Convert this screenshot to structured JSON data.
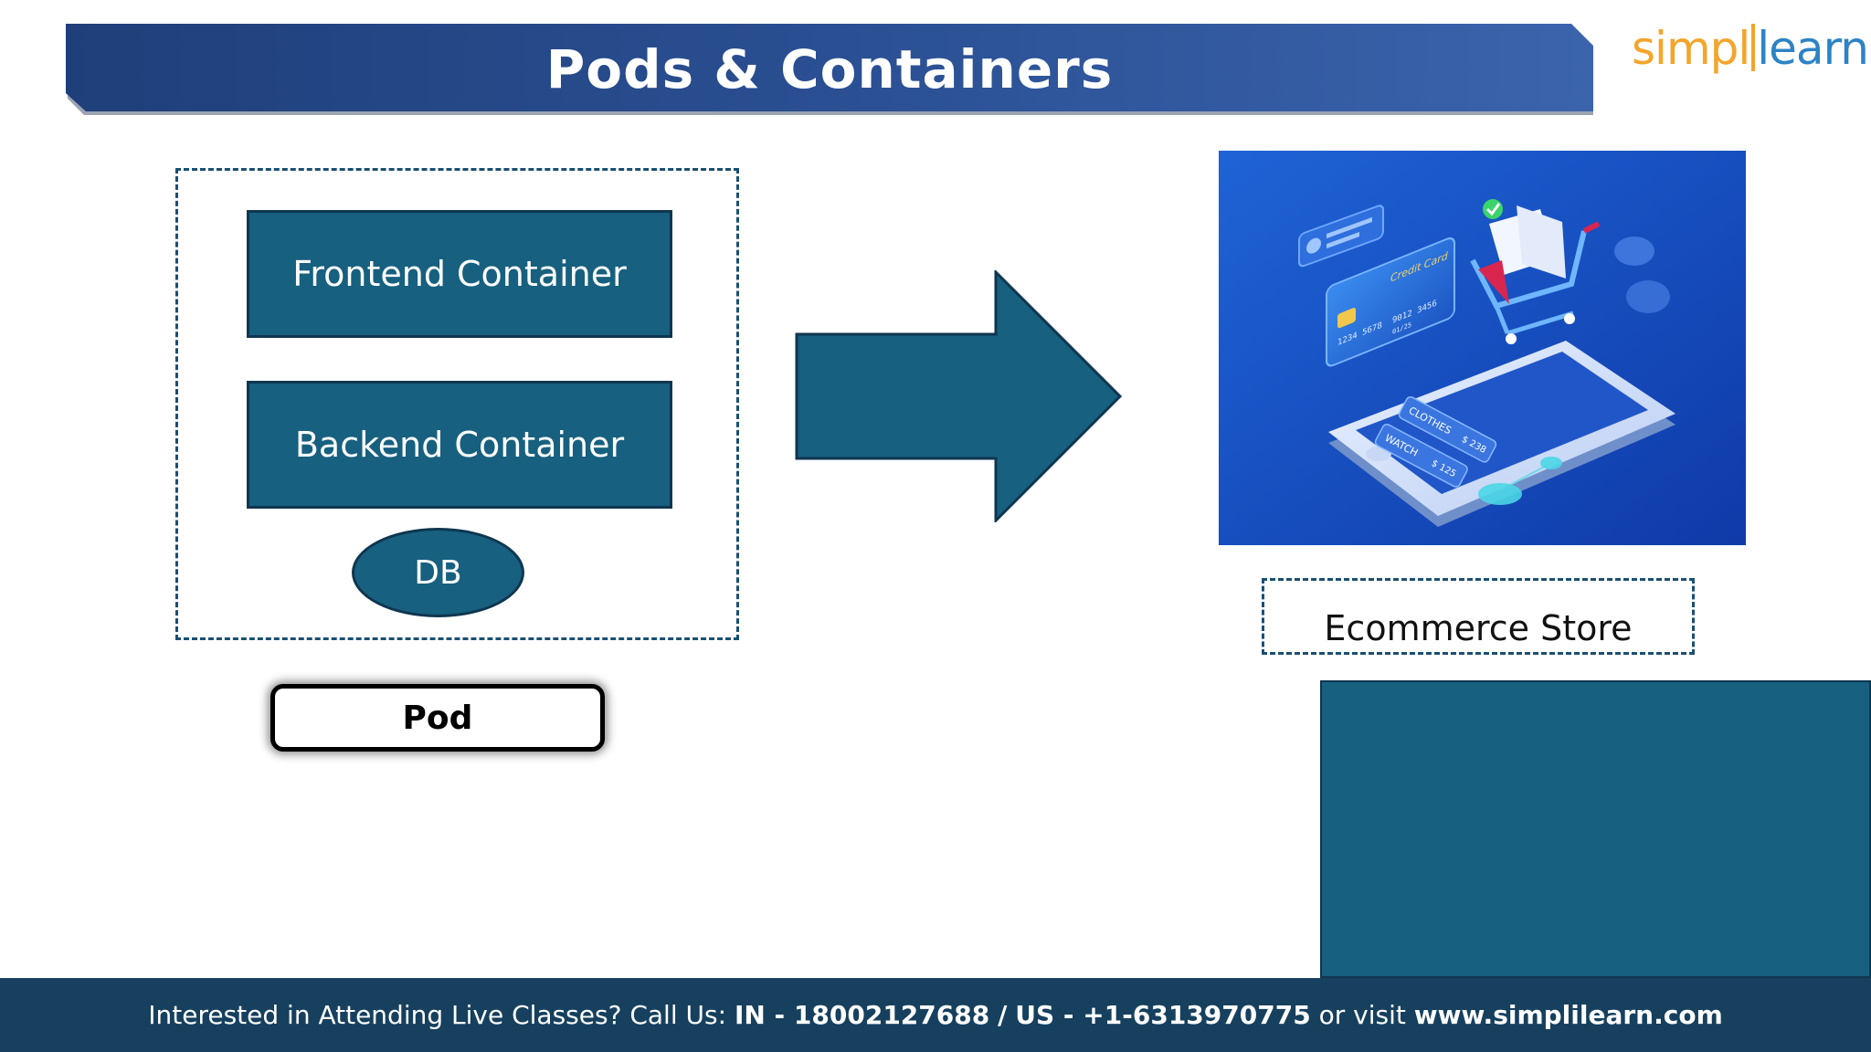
{
  "header": {
    "title": "Pods & Containers",
    "logo_part1": "simpl",
    "logo_part2": "learn"
  },
  "diagram": {
    "frontend_label": "Frontend Container",
    "backend_label": "Backend Container",
    "db_label": "DB",
    "pod_label": "Pod",
    "store_label": "Ecommerce Store"
  },
  "image": {
    "card_text": "Credit Card",
    "card_number_1": "1234 5678",
    "card_number_2": "9012 3456",
    "card_expiry": "01/25",
    "item_1_name": "CLOTHES",
    "item_1_price": "$ 238",
    "item_2_name": "WATCH",
    "item_2_price": "$ 125"
  },
  "footer": {
    "prefix": "Interested in Attending Live Classes? Call Us:",
    "phone_in": "IN - 18002127688",
    "separator": "/",
    "phone_us": "US - +1-6313970775",
    "middle": "or visit",
    "website": "www.simplilearn.com"
  },
  "colors": {
    "banner_dark": "#1f3f7a",
    "banner_light": "#3b64ad",
    "box_fill": "#17607f",
    "box_border": "#0f3650",
    "footer_bg": "#16405e",
    "logo_orange": "#f3a52b",
    "logo_blue": "#2d83c4"
  }
}
